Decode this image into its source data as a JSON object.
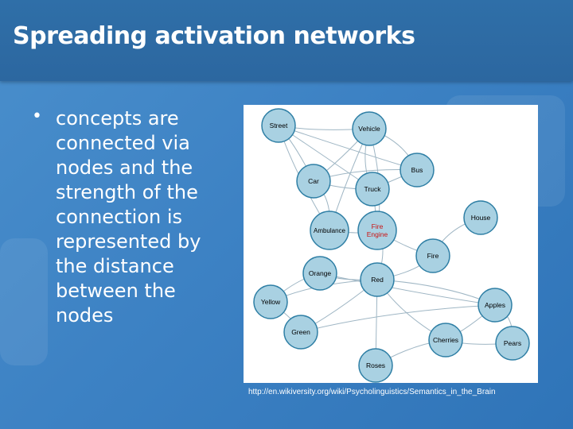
{
  "slide": {
    "title": "Spreading activation networks",
    "bullet": "concepts are connected via nodes and the strength of the connection is represented by the distance between the nodes",
    "caption": "http://en.wikiversity.org/wiki/Psycholinguistics/Semantics_in_the_Brain"
  },
  "diagram": {
    "nodes": [
      {
        "id": "street",
        "label": "Street",
        "color": "#000000"
      },
      {
        "id": "vehicle",
        "label": "Vehicle",
        "color": "#000000"
      },
      {
        "id": "bus",
        "label": "Bus",
        "color": "#000000"
      },
      {
        "id": "car",
        "label": "Car",
        "color": "#000000"
      },
      {
        "id": "truck",
        "label": "Truck",
        "color": "#000000"
      },
      {
        "id": "house",
        "label": "House",
        "color": "#000000"
      },
      {
        "id": "ambulance",
        "label": "Ambulance",
        "color": "#000000"
      },
      {
        "id": "fire_engine",
        "label": "Fire Engine",
        "color": "#cc1111"
      },
      {
        "id": "fire",
        "label": "Fire",
        "color": "#000000"
      },
      {
        "id": "orange",
        "label": "Orange",
        "color": "#000000"
      },
      {
        "id": "red",
        "label": "Red",
        "color": "#000000"
      },
      {
        "id": "yellow",
        "label": "Yellow",
        "color": "#000000"
      },
      {
        "id": "apples",
        "label": "Apples",
        "color": "#000000"
      },
      {
        "id": "green",
        "label": "Green",
        "color": "#000000"
      },
      {
        "id": "cherries",
        "label": "Cherries",
        "color": "#000000"
      },
      {
        "id": "pears",
        "label": "Pears",
        "color": "#000000"
      },
      {
        "id": "roses",
        "label": "Roses",
        "color": "#000000"
      }
    ],
    "edges": [
      [
        "street",
        "vehicle"
      ],
      [
        "street",
        "car"
      ],
      [
        "street",
        "bus"
      ],
      [
        "street",
        "truck"
      ],
      [
        "vehicle",
        "car"
      ],
      [
        "vehicle",
        "bus"
      ],
      [
        "vehicle",
        "truck"
      ],
      [
        "vehicle",
        "ambulance"
      ],
      [
        "vehicle",
        "fire_engine"
      ],
      [
        "car",
        "bus"
      ],
      [
        "car",
        "truck"
      ],
      [
        "car",
        "ambulance"
      ],
      [
        "bus",
        "truck"
      ],
      [
        "truck",
        "fire_engine"
      ],
      [
        "ambulance",
        "fire_engine"
      ],
      [
        "house",
        "fire"
      ],
      [
        "fire_engine",
        "fire"
      ],
      [
        "fire_engine",
        "red"
      ],
      [
        "orange",
        "red"
      ],
      [
        "orange",
        "yellow"
      ],
      [
        "orange",
        "apples"
      ],
      [
        "red",
        "yellow"
      ],
      [
        "red",
        "green"
      ],
      [
        "red",
        "apples"
      ],
      [
        "red",
        "cherries"
      ],
      [
        "red",
        "roses"
      ],
      [
        "yellow",
        "green"
      ],
      [
        "green",
        "apples"
      ],
      [
        "apples",
        "cherries"
      ],
      [
        "apples",
        "pears"
      ],
      [
        "cherries",
        "pears"
      ],
      [
        "cherries",
        "roses"
      ],
      [
        "fire",
        "red"
      ],
      [
        "street",
        "ambulance"
      ]
    ],
    "node_fill": "#a9d1e2",
    "node_stroke": "#2f7fa5"
  }
}
